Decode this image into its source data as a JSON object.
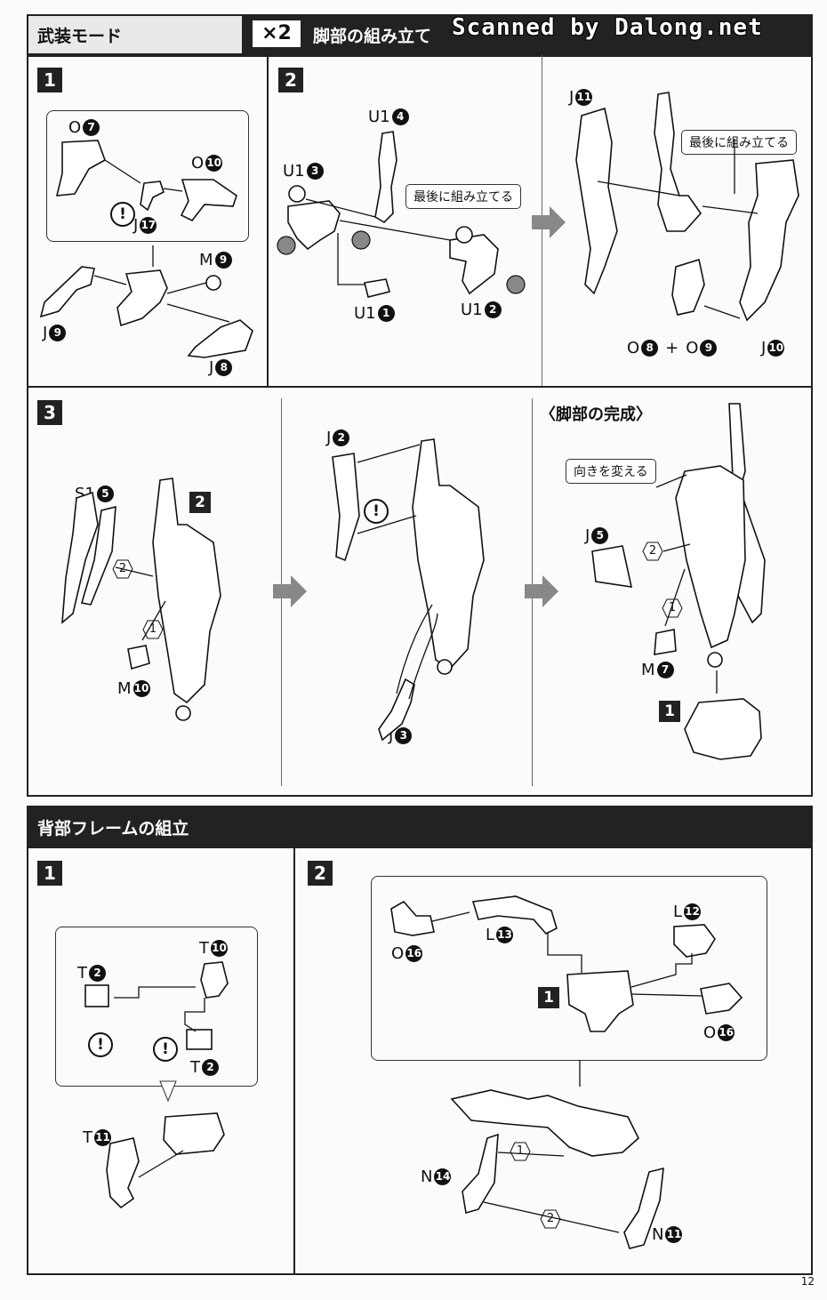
{
  "header": {
    "mode_title": "武装モード",
    "multiplier": "×2",
    "section_title": "脚部の組み立て",
    "watermark": "Scanned by Dalong.net"
  },
  "leg_steps": {
    "step1": {
      "number": "1",
      "parts": [
        {
          "letter": "O",
          "num": "7"
        },
        {
          "letter": "O",
          "num": "10"
        },
        {
          "letter": "J",
          "num": "17"
        },
        {
          "letter": "M",
          "num": "9"
        },
        {
          "letter": "J",
          "num": "9"
        },
        {
          "letter": "J",
          "num": "8"
        }
      ]
    },
    "step2": {
      "number": "2",
      "parts": [
        {
          "letter": "U1",
          "num": "4"
        },
        {
          "letter": "U1",
          "num": "3"
        },
        {
          "letter": "U1",
          "num": "1"
        },
        {
          "letter": "U1",
          "num": "2"
        },
        {
          "letter": "J",
          "num": "11"
        },
        {
          "letter": "J",
          "num": "10"
        }
      ],
      "combo": {
        "a": {
          "letter": "O",
          "num": "8"
        },
        "plus": "+",
        "b": {
          "letter": "O",
          "num": "9"
        }
      },
      "note1": "最後に組み立てる",
      "note2": "最後に組み立てる"
    },
    "step3": {
      "number": "3",
      "ref_step": "2",
      "parts": [
        {
          "letter": "S1",
          "num": "5"
        },
        {
          "letter": "M",
          "num": "10"
        },
        {
          "letter": "J",
          "num": "2"
        },
        {
          "letter": "J",
          "num": "3"
        },
        {
          "letter": "J",
          "num": "5"
        },
        {
          "letter": "M",
          "num": "7"
        }
      ],
      "complete_title": "〈脚部の完成〉",
      "note": "向きを変える",
      "ref_step_final": "1",
      "order1": "1",
      "order2": "2"
    }
  },
  "back_frame": {
    "title": "背部フレームの組立",
    "step1": {
      "number": "1",
      "parts": [
        {
          "letter": "T",
          "num": "10"
        },
        {
          "letter": "T",
          "num": "2"
        },
        {
          "letter": "T",
          "num": "2"
        },
        {
          "letter": "T",
          "num": "11"
        }
      ]
    },
    "step2": {
      "number": "2",
      "ref_step": "1",
      "parts": [
        {
          "letter": "L",
          "num": "12"
        },
        {
          "letter": "L",
          "num": "13"
        },
        {
          "letter": "O",
          "num": "16"
        },
        {
          "letter": "O",
          "num": "16"
        },
        {
          "letter": "N",
          "num": "14"
        },
        {
          "letter": "N",
          "num": "11"
        }
      ],
      "order1": "1",
      "order2": "2"
    }
  },
  "warning_symbol": "!",
  "page_number": "12"
}
